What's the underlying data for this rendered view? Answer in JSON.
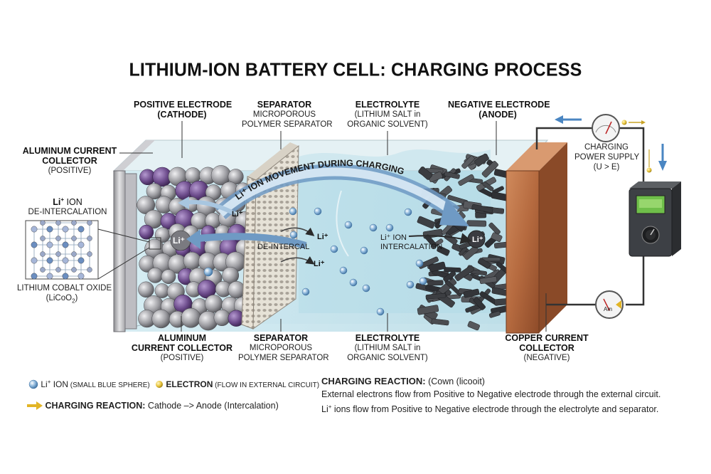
{
  "title": "LITHIUM-ION BATTERY CELL: CHARGING PROCESS",
  "labels": {
    "cathode_top": {
      "h1": "POSITIVE ELECTRODE",
      "h2": "(CATHODE)"
    },
    "separator_top": {
      "h": "SEPARATOR",
      "s1": "MICROPOROUS",
      "s2": "POLYMER SEPARATOR"
    },
    "electrolyte_top": {
      "h": "ELECTROLYTE",
      "s1": "(LITHIUM SALT in",
      "s2": "ORGANIC SOLVENT)"
    },
    "anode_top": {
      "h1": "NEGATIVE ELECTRODE",
      "h2": "(ANODE)"
    },
    "al_collector_left": {
      "h1": "ALUMINUM CURRENT",
      "h2": "COLLECTOR",
      "s": "(POSITIVE)"
    },
    "deintercalation": {
      "h1": "Li",
      "h1_sup": "+",
      "h1_rest": " ION",
      "s": "DE-INTERCALATION"
    },
    "lco": {
      "s1": "LITHIUM COBALT OXIDE",
      "s2_pre": "(LiCoO",
      "s2_sub": "2",
      "s2_post": ")"
    },
    "power": {
      "s1": "CHARGING",
      "s2": "POWER SUPPLY",
      "s3": "(U > E)"
    },
    "al_collector_bottom": {
      "h1": "ALUMINUM",
      "h2": "CURRENT COLLECTOR",
      "s": "(POSITIVE)"
    },
    "separator_bottom": {
      "h": "SEPARATOR",
      "s1": "MICROPOROUS",
      "s2": "POLYMER SEPARATOR"
    },
    "electrolyte_bottom": {
      "h": "ELECTROLYTE",
      "s1": "(LITHIUM SALT in",
      "s2": "ORGANIC SOLVENT)"
    },
    "cu_collector": {
      "h1": "COPPER CURRENT",
      "h2": "COLLECTOR",
      "s": "(NEGATIVE)"
    }
  },
  "diagram_text": {
    "movement": "Li⁺ ION MOVEMENT DURING CHARGING",
    "deintercal": "DE-INTERCAL",
    "li_ion": "Li⁺",
    "intercalation_1": "Li⁺ ION",
    "intercalation_2": "INTERCALATION",
    "ion_small": "Li⁺",
    "ammeter": "Am"
  },
  "legend": {
    "ion_pre": "Li",
    "ion_sup": "+",
    "ion_label": " ION",
    "ion_note": " (SMALL BLUE SPHERE)",
    "electron_label": "ELECTRON",
    "electron_note": " (FLOW IN EXTERNAL CIRCUIT)",
    "reaction_bold": "CHARGING REACTION:",
    "reaction_text": " Cathode –> Anode (Intercalation)"
  },
  "notes": {
    "heading_bold": "CHARGING REACTION:",
    "heading_rest": " (Cown (licooit)",
    "line1": "External electrons flow from Positive to Negative electrode through the external circuit.",
    "line2_pre": "Li",
    "line2_sup": "+",
    "line2_rest": " ions flow from Positive to Negative electrode through the electrolyte and separator."
  },
  "colors": {
    "cathode_purple": "#6b4a8a",
    "cathode_grey": "#9a9a9e",
    "electrolyte": "#bfe0ea",
    "copper": "#b8693f",
    "arrow_blue": "#5f8fbf",
    "electron_yellow": "#e8c43a",
    "wire": "#333333"
  }
}
